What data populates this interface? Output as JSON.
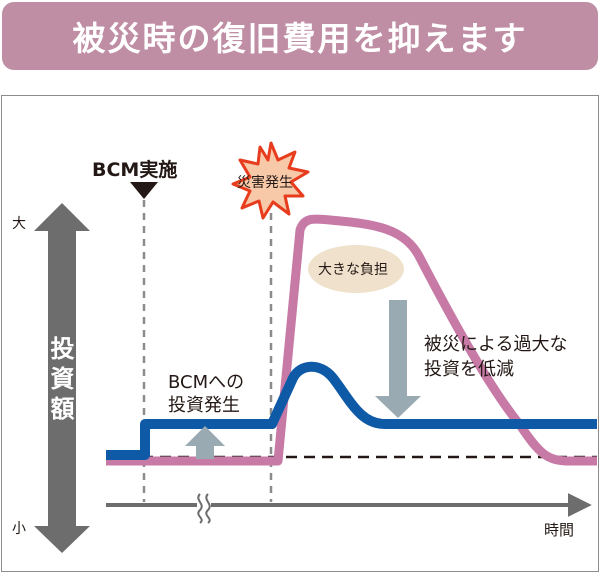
{
  "title": "被災時の復旧費用を抑えます",
  "axis": {
    "y_label": "投資額",
    "y_high": "大",
    "y_low": "小",
    "x_label": "時間"
  },
  "events": {
    "bcm": "BCM実施",
    "disaster": "災害発生"
  },
  "annotations": {
    "bcm_investment_line1": "BCMへの",
    "bcm_investment_line2": "投資発生",
    "big_burden": "大きな負担",
    "reduction_line1": "被災による過大な",
    "reduction_line2": "投資を低減"
  },
  "colors": {
    "title_bg": "#c08ea4",
    "pink_line": "#c77aa6",
    "blue_line": "#0f5aa6",
    "arrow_gray": "#9aaab3",
    "axis_gray": "#6d6d6d",
    "bubble": "#efe1cb",
    "burst": "#e83c1e"
  }
}
